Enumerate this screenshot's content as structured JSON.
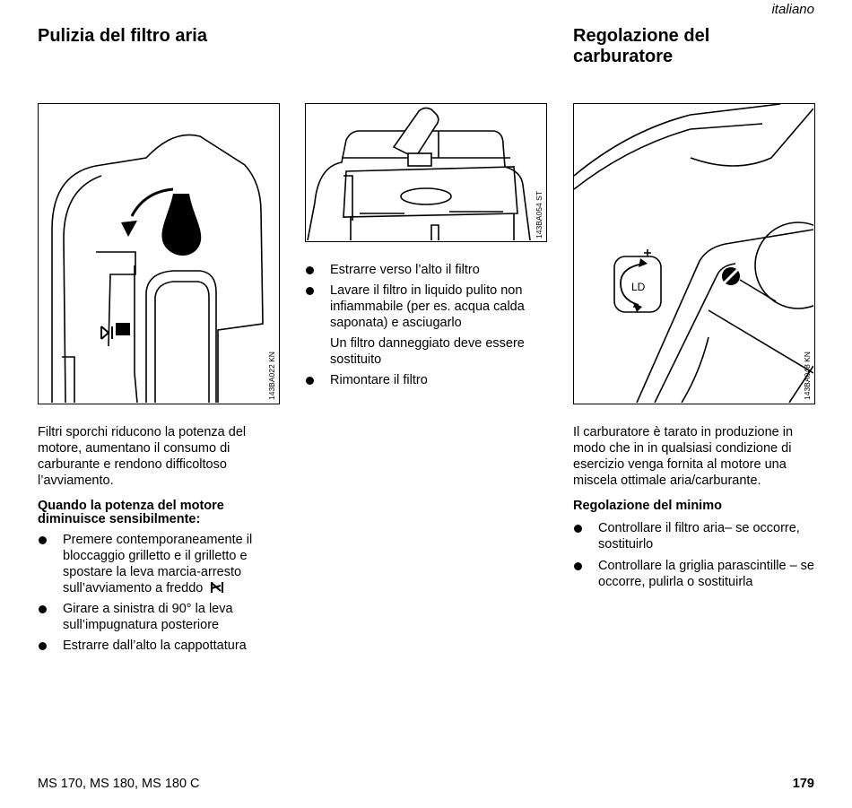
{
  "header": {
    "language": "italiano"
  },
  "left": {
    "title": "Pulizia del filtro aria",
    "figure_code": "143BA022 KN",
    "intro": "Filtri sporchi riducono la potenza del motore, aumentano il consumo di carburante e rendono difficoltoso l’avviamento.",
    "subheading": "Quando la potenza del motore diminuisce sensibilmente:",
    "bullets": [
      "Premere contemporaneamente il bloccaggio grilletto e  il grilletto e spostare la leva marcia-arresto sull’avviamento a freddo",
      "Girare a sinistra di 90° la leva sull’impugnatura posteriore",
      "Estrarre dall’alto la cappottatura"
    ]
  },
  "middle": {
    "figure_code": "143BA054 ST",
    "bullets": [
      "Estrarre verso l’alto il filtro",
      "Lavare il filtro in liquido pulito non infiammabile  (per es. acqua calda saponata) e asciugarlo"
    ],
    "note": "Un filtro danneggiato deve essere sostituito",
    "bullet_last": "Rimontare il filtro"
  },
  "right": {
    "title": "Regolazione del carburatore",
    "figure_code": "143BA048 KN",
    "figure_label": "LD",
    "intro": "Il carburatore è tarato in produzione in modo che in in qualsiasi condizione di esercizio venga  fornita al motore una miscela ottimale  aria/carburante.",
    "subheading": "Regolazione del minimo",
    "bullets": [
      "Controllare il filtro aria– se occorre, sostituirlo",
      "Controllare la griglia parascintille – se occorre, pulirla o sostituirla"
    ]
  },
  "footer": {
    "models": "MS 170, MS 180, MS 180 C",
    "page": "179"
  }
}
